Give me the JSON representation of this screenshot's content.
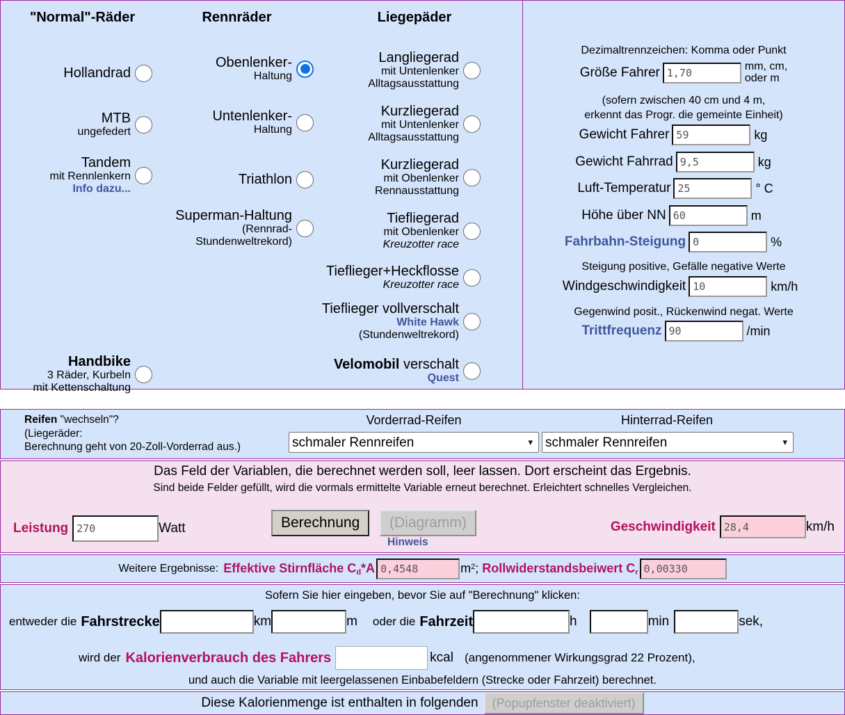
{
  "bikes": {
    "columns": [
      {
        "title": "\"Normal\"-Räder"
      },
      {
        "title": "Rennräder"
      },
      {
        "title": "Liegeрäder"
      }
    ],
    "col1_title": "\"Normal\"-Räder",
    "col2_title": "Rennräder",
    "col3_title": "Liegeрäder",
    "normal": [
      {
        "name": "hollandrad",
        "line1": "Hollandrad",
        "line2": "",
        "line3": "",
        "selected": false
      },
      {
        "name": "mtb",
        "line1": "MTB",
        "line2": "ungefedert",
        "line3": "",
        "selected": false
      },
      {
        "name": "tandem",
        "line1": "Tandem",
        "line2": "mit Rennlenkern",
        "line3": "Info dazu...",
        "selected": false
      },
      {
        "name": "handbike",
        "line1": "Handbike",
        "line2": "3 Räder, Kurbeln",
        "line3": "mit Kettenschaltung",
        "selected": false
      }
    ],
    "renn": [
      {
        "name": "obenlenker",
        "line1": "Obenlenker-",
        "line2": "Haltung",
        "line3": "",
        "selected": true
      },
      {
        "name": "untenlenker",
        "line1": "Untenlenker-",
        "line2": "Haltung",
        "line3": "",
        "selected": false
      },
      {
        "name": "triathlon",
        "line1": "Triathlon",
        "line2": "",
        "line3": "",
        "selected": false
      },
      {
        "name": "superman",
        "line1": "Superman-Haltung",
        "line2": "(Rennrad-",
        "line3": "Stundenweltrekord)",
        "selected": false
      }
    ],
    "liege": [
      {
        "name": "langliegerad",
        "line1": "Langliegerad",
        "line2": "mit Untenlenker",
        "line3": "Alltagsausstattung",
        "selected": false
      },
      {
        "name": "kurzliegerad-unten",
        "line1": "Kurzliegerad",
        "line2": "mit Untenlenker",
        "line3": "Alltagsausstattung",
        "selected": false
      },
      {
        "name": "kurzliegerad-oben",
        "line1": "Kurzliegerad",
        "line2": "mit Obenlenker",
        "line3": "Rennausstattung",
        "selected": false
      },
      {
        "name": "tiefliegerad",
        "line1": "Tiefliegerad",
        "line2": "mit Obenlenker",
        "line3": "Kreuzotter race",
        "selected": false
      },
      {
        "name": "tiefflieger-heckflosse",
        "line1": "Tieflieger+Heckflosse",
        "line2": "Kreuzotter race",
        "line3": "",
        "selected": false
      },
      {
        "name": "tiefflieger-vollverschalt",
        "line1": "Tieflieger vollverschalt",
        "line2": "White Hawk",
        "line3": "(Stundenweltrekord)",
        "selected": false
      },
      {
        "name": "velomobil",
        "line1": "Velomobil",
        "line1b": " verschalt",
        "line2": "Quest",
        "line3": "",
        "selected": false
      }
    ]
  },
  "params": {
    "decimal_note": "Dezimaltrennzeichen: Komma oder Punkt",
    "height_label": "Größe Fahrer",
    "height_value": "1,70",
    "height_unit_l1": "mm, cm,",
    "height_unit_l2": "oder m",
    "height_note_l1": "(sofern zwischen 40 cm und 4 m,",
    "height_note_l2": "erkennt das Progr. die gemeinte Einheit)",
    "weight_rider_label": "Gewicht Fahrer",
    "weight_rider_value": "59",
    "weight_rider_unit": "kg",
    "weight_bike_label": "Gewicht Fahrrad",
    "weight_bike_value": "9,5",
    "weight_bike_unit": "kg",
    "temp_label": "Luft-Temperatur",
    "temp_value": "25",
    "temp_unit": "° C",
    "alt_label": "Höhe über NN",
    "alt_value": "60",
    "alt_unit": "m",
    "slope_label": "Fahrbahn-Steigung",
    "slope_value": "0",
    "slope_unit": "%",
    "slope_note": "Steigung positive, Gefälle negative Werte",
    "wind_label": "Windgeschwindigkeit",
    "wind_value": "10",
    "wind_unit": "km/h",
    "wind_note": "Gegenwind posit., Rückenwind negat. Werte",
    "cadence_label": "Trittfrequenz",
    "cadence_value": "90",
    "cadence_unit": "/min"
  },
  "tires": {
    "note_l1_bold": "Reifen",
    "note_l1_rest": " \"wechseln\"?",
    "note_l2": "(Liegeräder:",
    "note_l3": "Berechnung geht von 20-Zoll-Vorderrad aus.)",
    "front_header": "Vorderrad-Reifen",
    "front_value": "schmaler Rennreifen",
    "rear_header": "Hinterrad-Reifen",
    "rear_value": "schmaler Rennreifen",
    "options": [
      "schmaler Rennreifen"
    ]
  },
  "calc": {
    "info_l1": "Das Feld der Variablen, die berechnet werden soll, leer lassen. Dort erscheint das Ergebnis.",
    "info_l2": "Sind beide Felder gefüllt, wird die vormals ermittelte Variable erneut berechnet. Erleichtert schnelles Vergleichen.",
    "power_label": "Leistung",
    "power_value": "270",
    "power_unit": "Watt",
    "calc_button": "Berechnung",
    "diagram_button": "(Diagramm)",
    "hint": "Hinweis",
    "speed_label": "Geschwindigkeit",
    "speed_value": "28,4",
    "speed_unit": "km/h"
  },
  "further": {
    "prefix": "Weitere Ergebnisse:",
    "cda_label_a": "Effektive Stirnfläche C",
    "cda_label_sub": "d",
    "cda_label_b": "*A",
    "cda_value": "0,4548",
    "cda_unit": "m",
    "cda_unit_sup": "2",
    "cda_unit_after": ";",
    "cr_label": "Rollwiderstandsbeiwert C",
    "cr_label_sub": "r",
    "cr_value": "0,00330"
  },
  "distance": {
    "intro": "Sofern Sie hier eingeben, bevor Sie auf \"Berechnung\" klicken:",
    "either": "entweder die",
    "track_label": "Fahrstrecke",
    "track_km_value": "",
    "track_km_unit": "km",
    "track_m_value": "",
    "track_m_unit": "m",
    "or": "oder die",
    "time_label": "Fahrzeit",
    "time_h_value": "",
    "time_h_unit": "h",
    "time_min_value": "",
    "time_min_unit": "min",
    "time_sek_value": "",
    "time_sek_unit": "sek,",
    "cal_prefix": "wird der",
    "cal_label": "Kalorienverbrauch des Fahrers",
    "cal_value": "",
    "cal_unit": "kcal",
    "cal_suffix": "(angenommener Wirkungsgrad 22 Prozent),",
    "outro": "und auch die Variable mit leergelassenen Einbabefeldern (Strecke oder Fahrzeit) berechnet."
  },
  "footer": {
    "text": "Diese Kalorienmenge ist enthalten in folgenden",
    "button": "(Popupfenster deaktiviert)"
  },
  "colors": {
    "panel_blue": "#d4e4fb",
    "panel_pink": "#f4e0ee",
    "border_purple": "#9c2aa0",
    "accent_blue": "#41569c",
    "accent_crimson": "#b3115e",
    "radio_selected": "#0a74e6",
    "result_field": "#fbcfdc"
  }
}
